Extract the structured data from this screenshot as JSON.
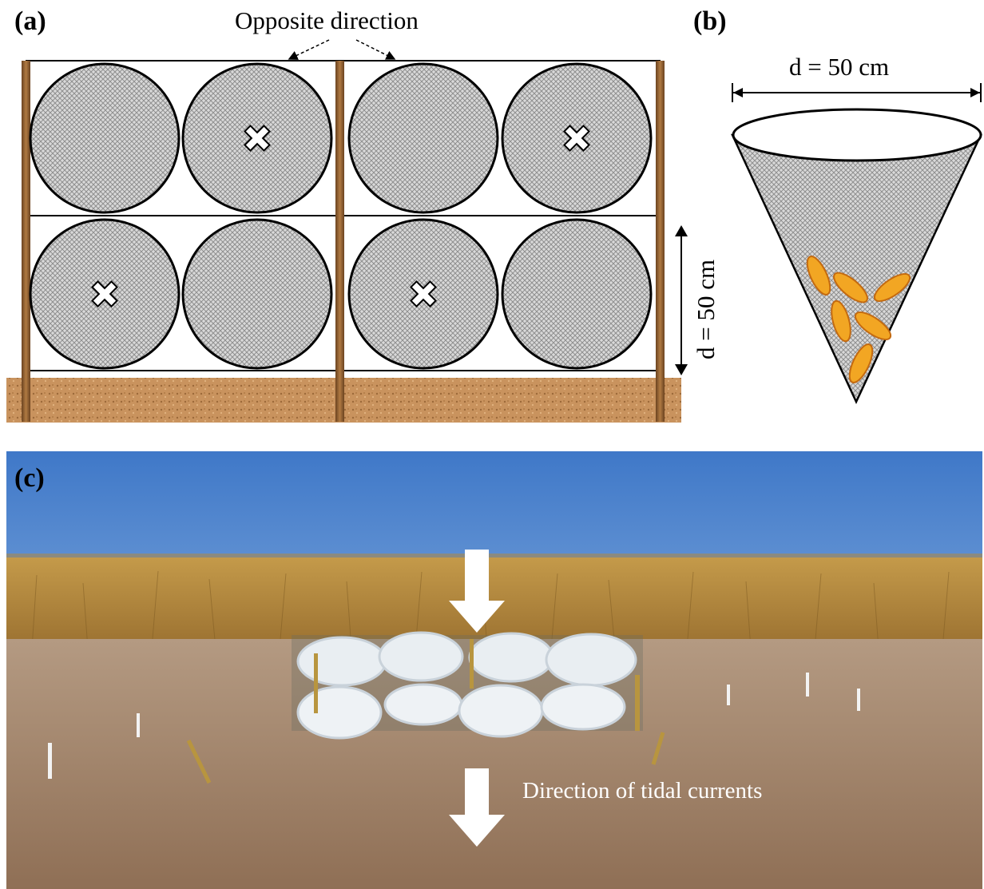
{
  "panel_a": {
    "label": "(a)",
    "top_note": "Opposite direction",
    "height_dim": "d = 50 cm"
  },
  "panel_b": {
    "label": "(b)",
    "width_dim": "d = 50 cm"
  },
  "panel_c": {
    "label": "(c)",
    "current_note": "Direction of tidal currents"
  },
  "colors": {
    "post": "#8a5a2b",
    "soil": "#c9935e",
    "mesh": "#bdbdbd",
    "seed": "#f2a623",
    "sky_top": "#3f78c8",
    "sky_bottom": "#b7d3ee",
    "grass": "#b88a3c",
    "water": "#a08064"
  },
  "icons": [
    "cross-icon",
    "seed-icon",
    "arrow-down-icon"
  ]
}
